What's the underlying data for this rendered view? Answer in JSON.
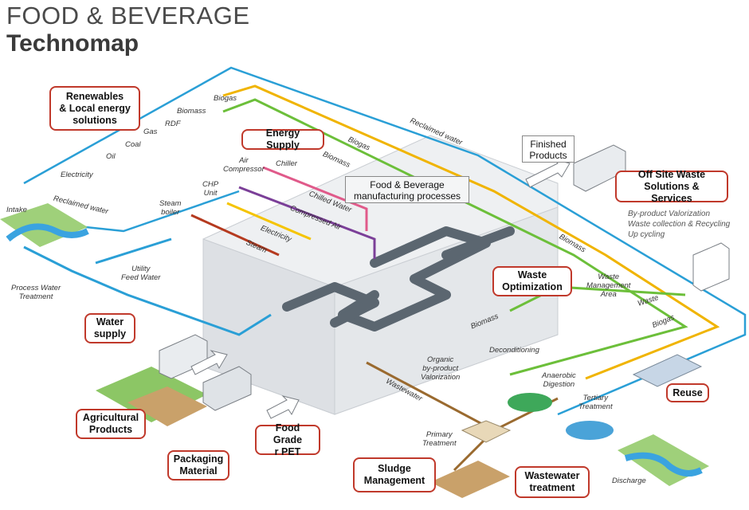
{
  "title": {
    "line1": "FOOD & BEVERAGE",
    "line2": "Technomap"
  },
  "boxes": {
    "renewables": [
      "Renewables",
      "& Local energy",
      "solutions"
    ],
    "energy_supply": "Energy Supply",
    "water_supply": [
      "Water",
      "supply"
    ],
    "agricultural": [
      "Agricultural",
      "Products"
    ],
    "food_grade": [
      "Food Grade",
      "r PET"
    ],
    "packaging": [
      "Packaging",
      "Material"
    ],
    "sludge": [
      "Sludge",
      "Management"
    ],
    "wastewater_treatment": [
      "Wastewater",
      "treatment"
    ],
    "reuse": "Reuse",
    "waste_optimization": [
      "Waste",
      "Optimization"
    ],
    "offsite": [
      "Off Site Waste",
      "Solutions & Services"
    ],
    "finished": [
      "Finished",
      "Products"
    ],
    "manufacturing": [
      "Food & Beverage",
      "manufacturing processes"
    ]
  },
  "offsite_notes": [
    "By-product Valorization",
    "Waste collection & Recycling",
    "Up cycling"
  ],
  "flow_labels": {
    "reclaimed_water_top": "Reclaimed water",
    "reclaimed_water_left": "Reclaimed water",
    "biogas_top": "Biogas",
    "biomass_top": "Biomass",
    "chilled_water": "Chilled Water",
    "compressed_air": "Compressed Air",
    "electricity_flow": "Electricity",
    "steam_flow": "Steam",
    "biomass_right": "Biomass",
    "waste": "Waste",
    "biogas_right": "Biogas",
    "biomass_bottom": "Biomass",
    "wastewater": "Wastewater"
  },
  "labels": {
    "biogas": "Biogas",
    "biomass": "Biomass",
    "rdf": "RDF",
    "gas": "Gas",
    "coal": "Coal",
    "oil": "Oil",
    "electricity": "Electricity",
    "intake": "Intake",
    "process_water": [
      "Process Water",
      "Treatment"
    ],
    "utility_feed": [
      "Utility",
      "Feed Water"
    ],
    "steam_boiler": [
      "Steam",
      "boiler"
    ],
    "chp": [
      "CHP",
      "Unit"
    ],
    "air_compressor": [
      "Air",
      "Compressor"
    ],
    "chiller": "Chiller",
    "waste_area": [
      "Waste",
      "Management",
      "Area"
    ],
    "deconditioning": "Deconditioning",
    "organic": [
      "Organic",
      "by-product",
      "Valorization"
    ],
    "anaerobic": [
      "Anaerobic",
      "Digestion"
    ],
    "tertiary": [
      "Tertiary",
      "Treatment"
    ],
    "primary": [
      "Primary",
      "Treatment"
    ],
    "discharge": "Discharge"
  },
  "colors": {
    "water": "#2a9fd6",
    "biogas": "#f0b400",
    "biomass": "#6cbf3a",
    "chilled": "#e05a8a",
    "compressed": "#7b3f98",
    "electricity": "#f5c400",
    "steam": "#b53a1f",
    "wastewater": "#9a6a2f",
    "box_border": "#c0392b"
  }
}
